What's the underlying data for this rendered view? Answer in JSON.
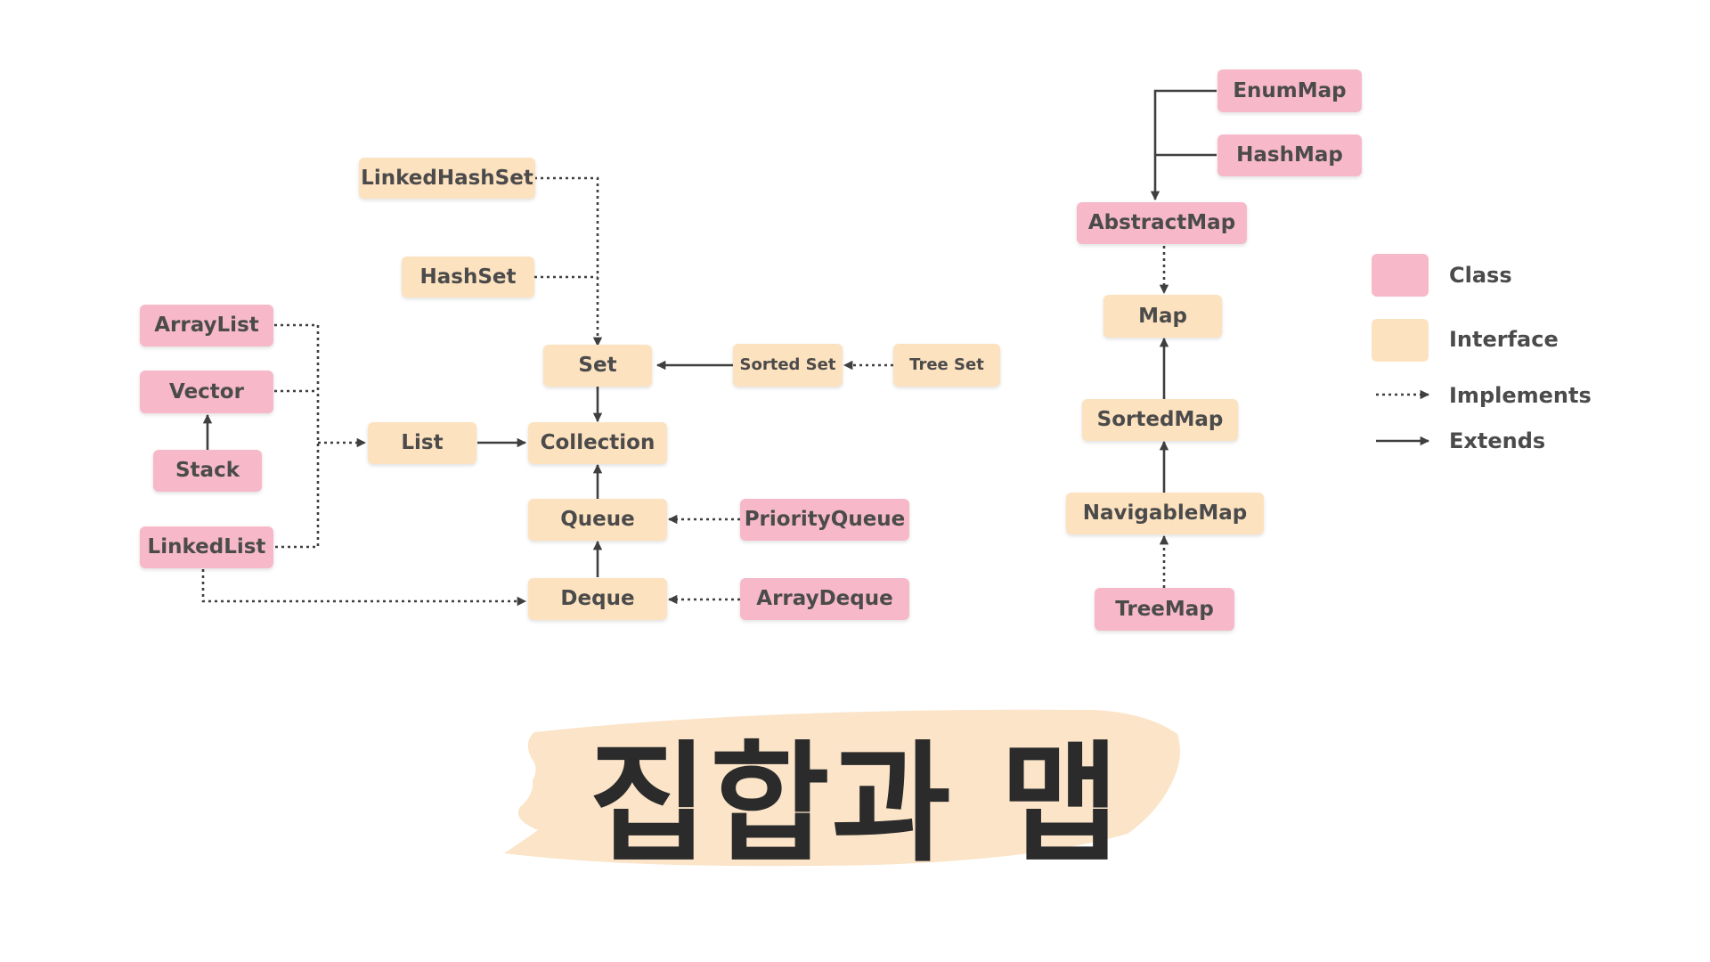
{
  "colors": {
    "class": "#f7b9c9",
    "interface": "#fde2bf",
    "arrow": "#3f3f3f",
    "brush": "#fbe4c8"
  },
  "nodes": {
    "linkedhashset": "LinkedHashSet",
    "hashset": "HashSet",
    "set": "Set",
    "sortedset": "Sorted Set",
    "treeset": "Tree Set",
    "arraylist": "ArrayList",
    "vector": "Vector",
    "stack": "Stack",
    "linkedlist": "LinkedList",
    "list": "List",
    "collection": "Collection",
    "queue": "Queue",
    "priorityqueue": "PriorityQueue",
    "deque": "Deque",
    "arraydeque": "ArrayDeque",
    "enummap": "EnumMap",
    "hashmap": "HashMap",
    "abstractmap": "AbstractMap",
    "map": "Map",
    "sortedmap": "SortedMap",
    "navigablemap": "NavigableMap",
    "treemap": "TreeMap"
  },
  "legend": {
    "class": "Class",
    "interface": "Interface",
    "implements": "Implements",
    "extends": "Extends"
  },
  "title": "집합과 맵"
}
